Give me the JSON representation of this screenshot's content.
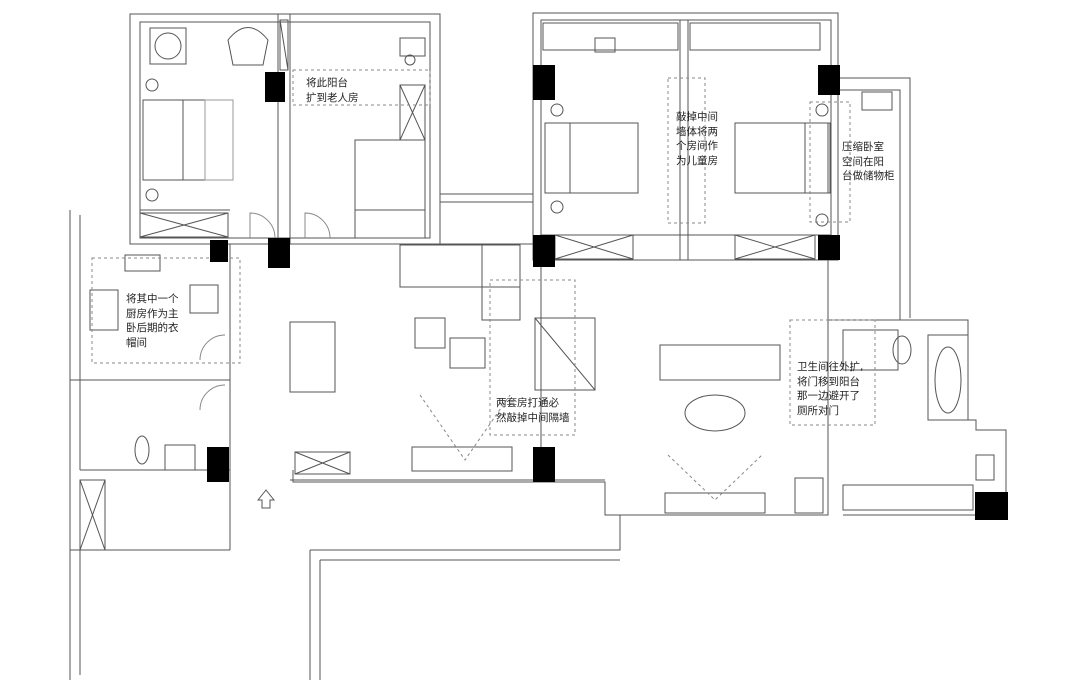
{
  "annotations": {
    "balcony_to_elder_room": "将此阳台\n扩到老人房",
    "kids_room": "敲掉中间\n墙体将两\n个房间作\n为儿童房",
    "storage_cabinet": "压缩卧室\n空间在阳\n台做储物柜",
    "kitchen_to_closet": "将其中一个\n厨房作为主\n卧后期的衣\n帽间",
    "remove_partition": "两套房打通必\n然敲掉中间隔墙",
    "bathroom_expand": "卫生间往外扩,\n将门移到阳台\n那一边避开了\n厕所对门"
  },
  "colors": {
    "wall": "#444444",
    "column": "#000000",
    "dashed": "#888888"
  }
}
